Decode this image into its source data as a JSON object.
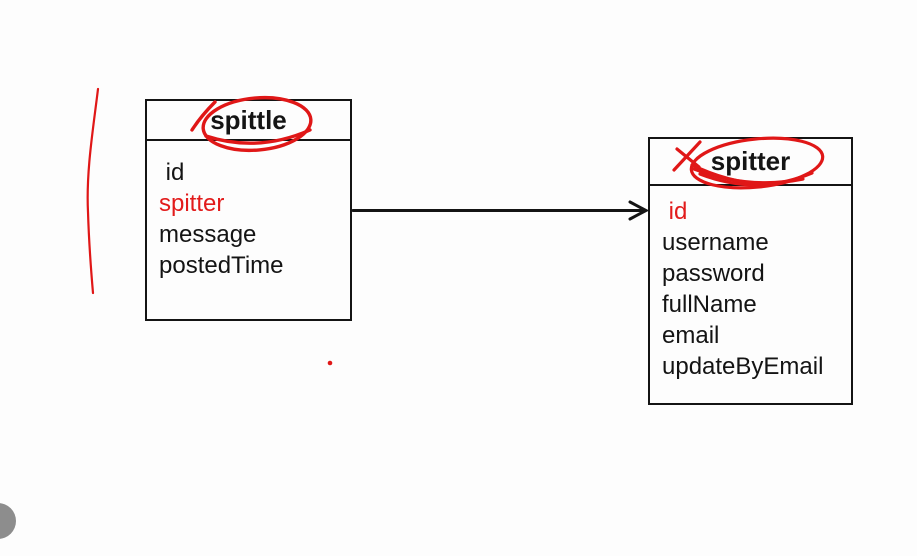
{
  "colors": {
    "background": "#fdfdfd",
    "ink": "#141414",
    "red_text": "#e21b1b",
    "annotation_red": "#e01717",
    "gray_circle": "#8d8d8d"
  },
  "entities": [
    {
      "name": "spittle",
      "fields": [
        {
          "label": " id"
        },
        {
          "label": "spitter",
          "style": "color:#e21b1b"
        },
        {
          "label": "message"
        },
        {
          "label": "postedTime"
        }
      ]
    },
    {
      "name": "spitter",
      "fields": [
        {
          "label": " id",
          "style": "color:#e21b1b"
        },
        {
          "label": "username"
        },
        {
          "label": "password"
        },
        {
          "label": "fullName"
        },
        {
          "label": "email"
        },
        {
          "label": "updateByEmail"
        }
      ]
    }
  ]
}
